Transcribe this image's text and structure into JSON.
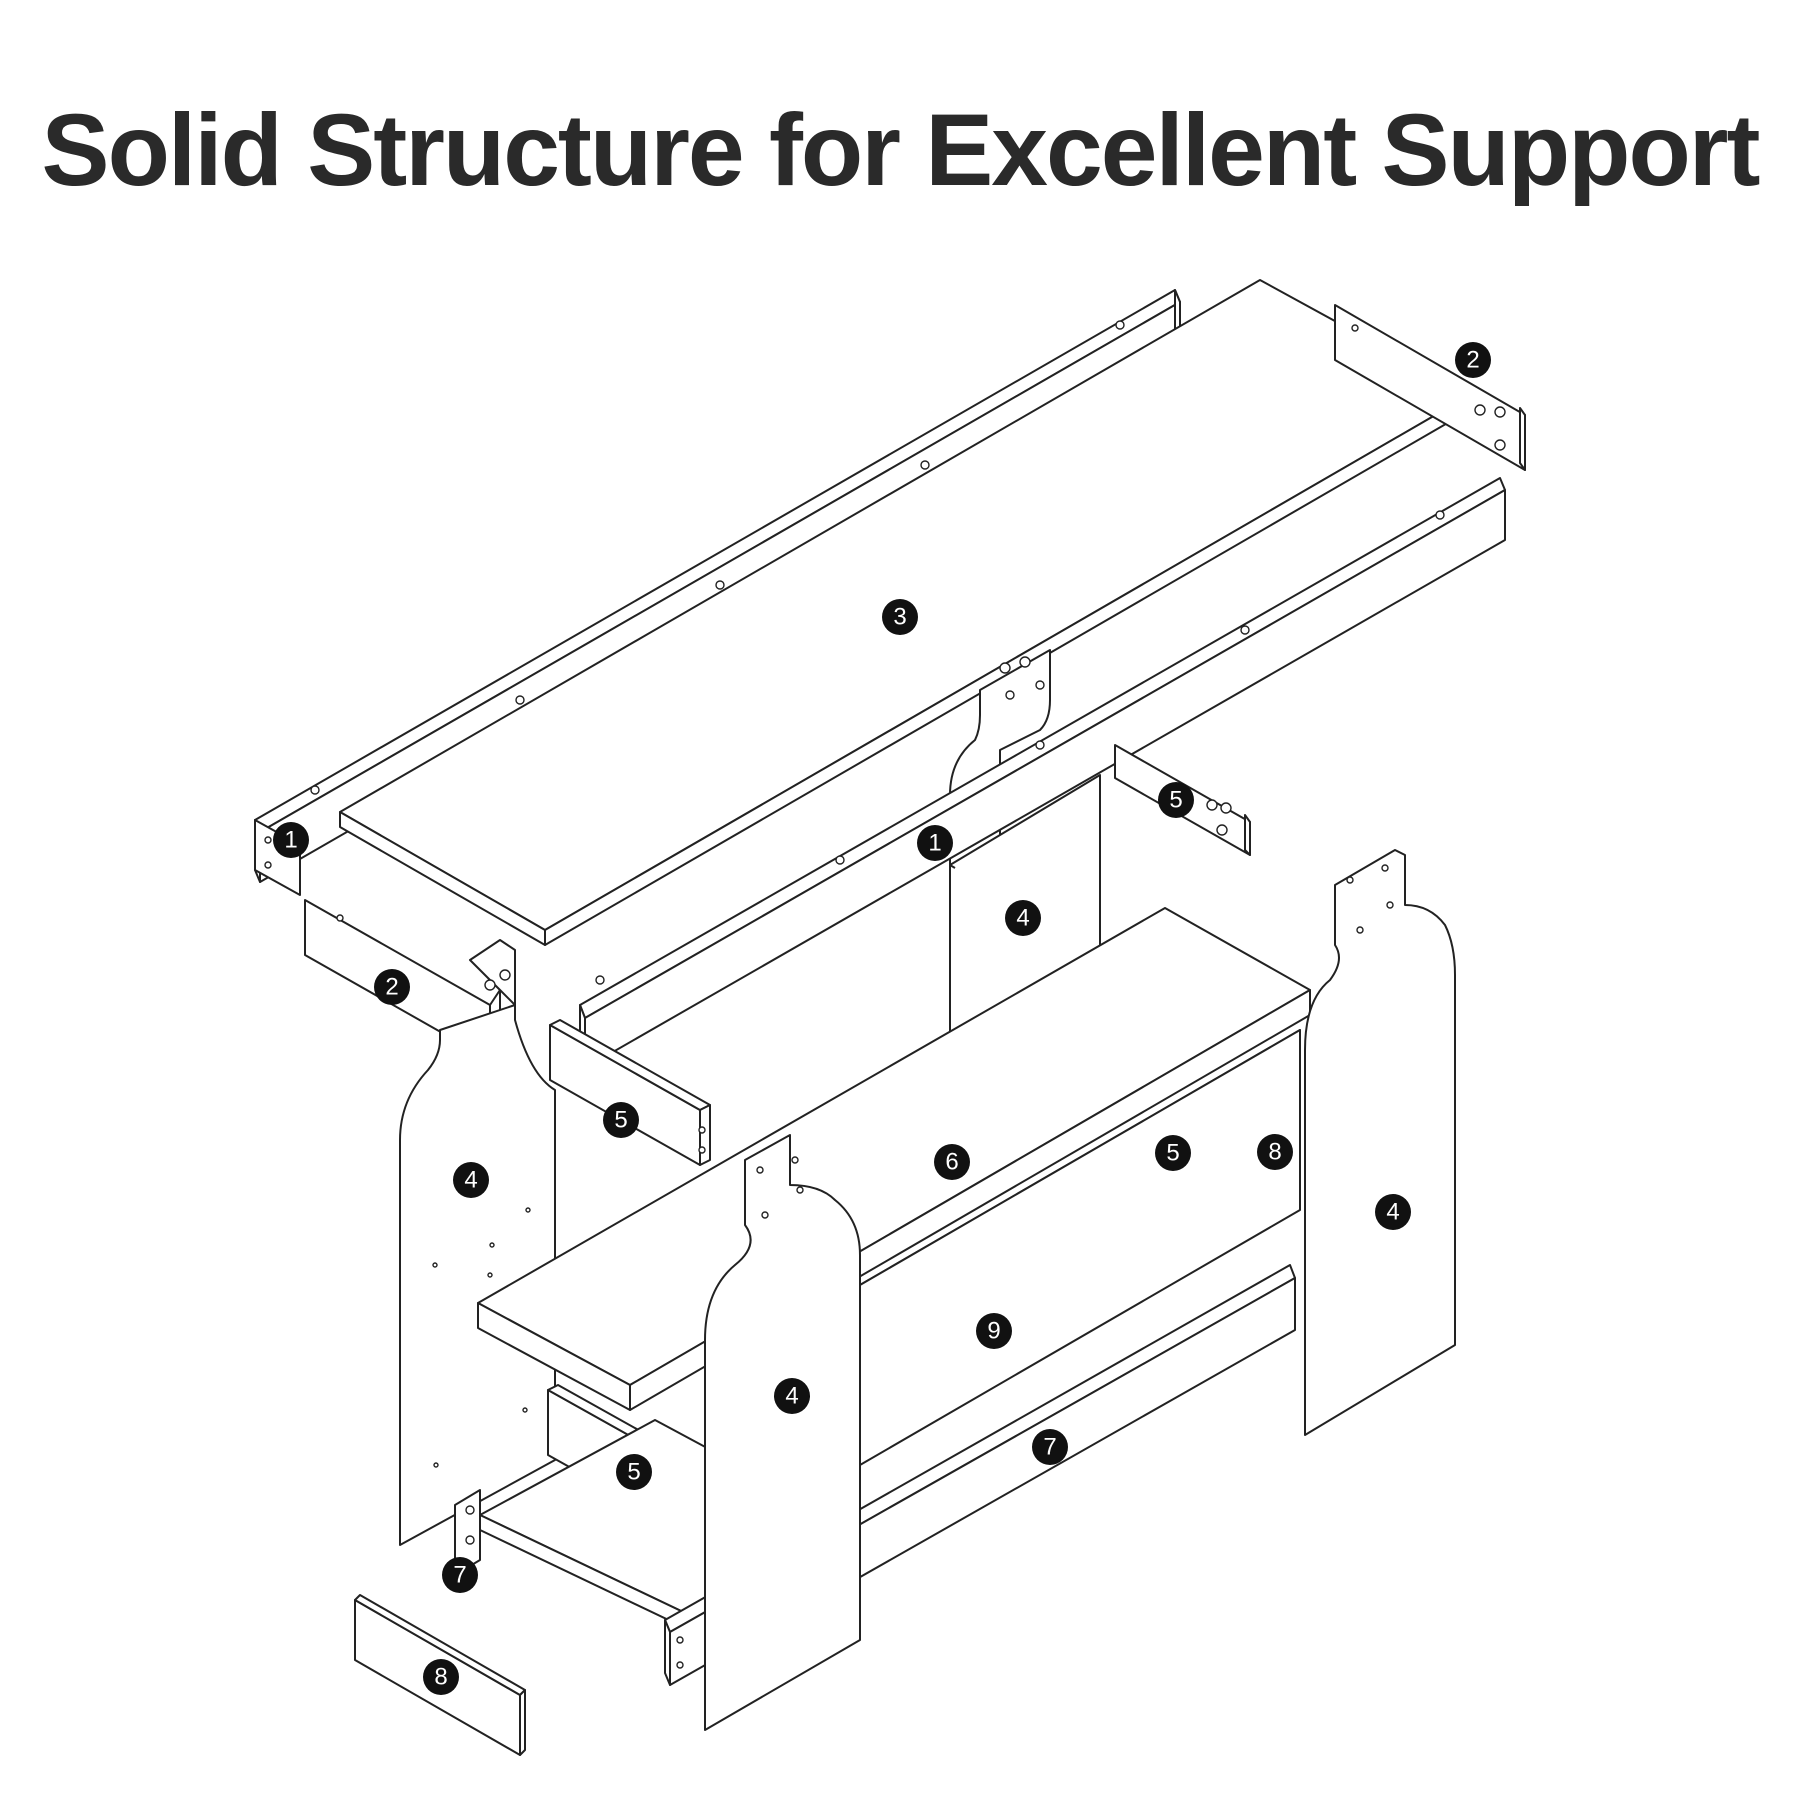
{
  "title": "Solid Structure for Excellent Support",
  "callouts": [
    {
      "label": "1"
    },
    {
      "label": "1"
    },
    {
      "label": "2"
    },
    {
      "label": "2"
    },
    {
      "label": "3"
    },
    {
      "label": "4"
    },
    {
      "label": "4"
    },
    {
      "label": "4"
    },
    {
      "label": "4"
    },
    {
      "label": "5"
    },
    {
      "label": "5"
    },
    {
      "label": "5"
    },
    {
      "label": "5"
    },
    {
      "label": "6"
    },
    {
      "label": "7"
    },
    {
      "label": "7"
    },
    {
      "label": "8"
    },
    {
      "label": "8"
    },
    {
      "label": "9"
    }
  ],
  "colors": {
    "line": "#222222",
    "badge": "#111111",
    "title": "#2a2a2a"
  }
}
